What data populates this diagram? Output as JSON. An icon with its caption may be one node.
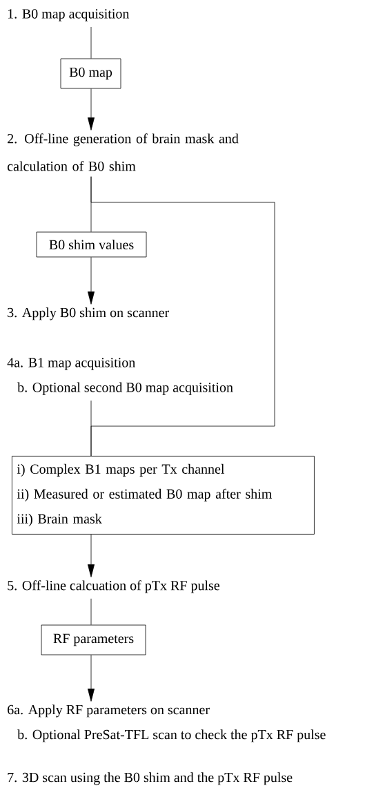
{
  "diagram": {
    "nodes": [
      {
        "text": [
          "1. B0 map acquisition"
        ]
      },
      {
        "text": [
          "B0 map"
        ]
      },
      {
        "text": [
          "2. Off-line generation of brain mask and calculation of B0 shim"
        ]
      },
      {
        "text": [
          "B0 shim values"
        ]
      },
      {
        "text": [
          "3. Apply B0 shim on scanner"
        ]
      },
      {
        "text": [
          "4a. B1 map acquisition",
          "b. Optional second B0 map acquisition"
        ]
      },
      {
        "text": [
          "i) Complex B1 maps per Tx channel",
          "ii) Measured or estimated B0 map after shim",
          "iii) Brain mask"
        ]
      },
      {
        "text": [
          "5. Off-line calcuation of pTx RF pulse"
        ]
      },
      {
        "text": [
          "RF parameters"
        ]
      },
      {
        "text": [
          "6a. Apply RF parameters on scanner",
          "b. Optional PreSat-TFL scan to check the pTx RF pulse"
        ]
      },
      {
        "text": [
          "7. 3D scan using the B0 shim and the pTx RF pulse"
        ]
      }
    ],
    "edges": [
      {
        "from": 0,
        "to": 1,
        "arrow": "none"
      },
      {
        "from": 1,
        "to": 2,
        "arrow": "to"
      },
      {
        "from": 2,
        "to": 3,
        "arrow": "none"
      },
      {
        "from": 3,
        "to": 4,
        "arrow": "to"
      },
      {
        "from": 2,
        "to": 6,
        "arrow": "none"
      },
      {
        "from": 5,
        "to": 6,
        "arrow": "none"
      },
      {
        "from": 6,
        "to": 7,
        "arrow": "to"
      },
      {
        "from": 7,
        "to": 8,
        "arrow": "none"
      },
      {
        "from": 8,
        "to": 9,
        "arrow": "to"
      }
    ]
  }
}
